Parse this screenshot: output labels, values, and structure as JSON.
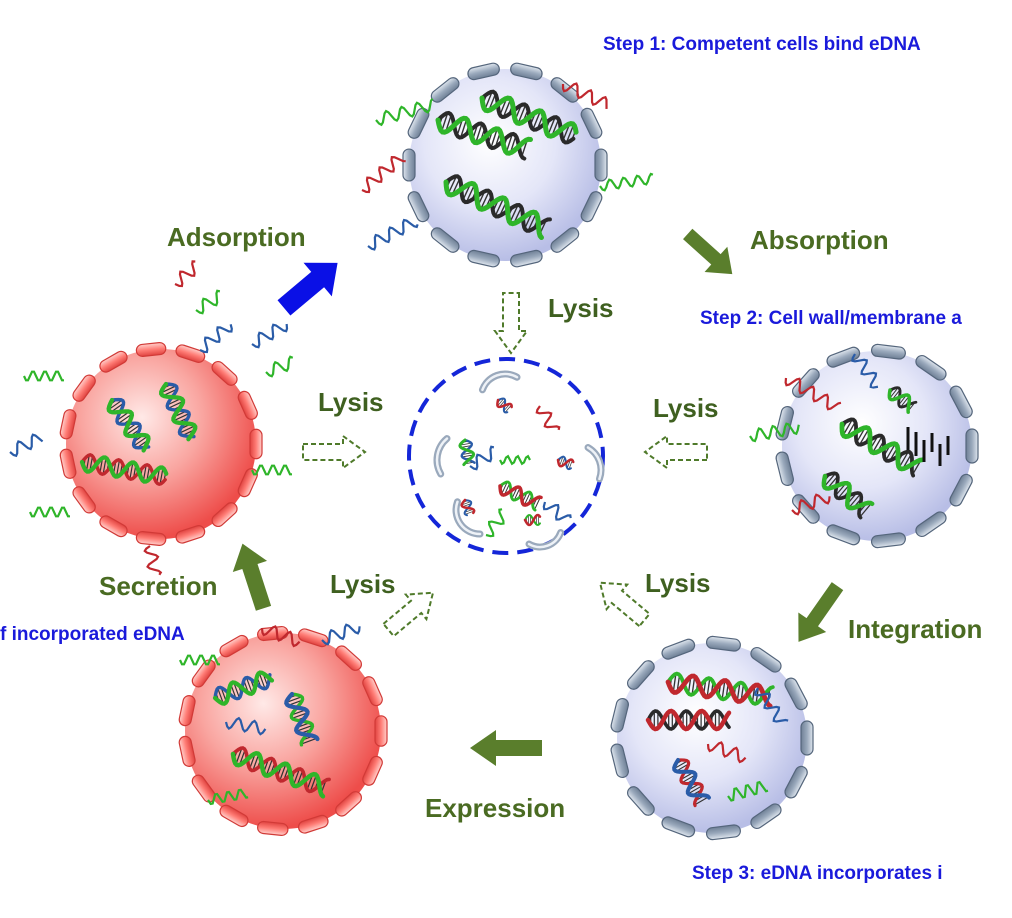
{
  "labels": {
    "step1": "Step 1: Competent cells bind eDNA",
    "step2": "Step 2: Cell wall/membrane a",
    "step3": "Step 3: eDNA incorporates i",
    "step4": "f incorporated eDNA",
    "adsorption": "Adsorption",
    "absorption": "Absorption",
    "integration": "Integration",
    "expression": "Expression",
    "secretion": "Secretion",
    "lysis_top": "Lysis",
    "lysis_left": "Lysis",
    "lysis_right": "Lysis",
    "lysis_bottom_left": "Lysis",
    "lysis_bottom_right": "Lysis"
  },
  "colors": {
    "blue_text": "#1a1adb",
    "green_text": "#4a6b22",
    "green_arrow": "#5a7e2c",
    "blue_arrow": "#0a10e6",
    "competent_cell_fill": "#dfe2f6",
    "donor_cell_fill": "#f05a58",
    "cell_wall": "#8a99ad",
    "dna_green": "#2fb52a",
    "dna_red": "#c0282e",
    "dna_blue": "#2a5ca8"
  }
}
